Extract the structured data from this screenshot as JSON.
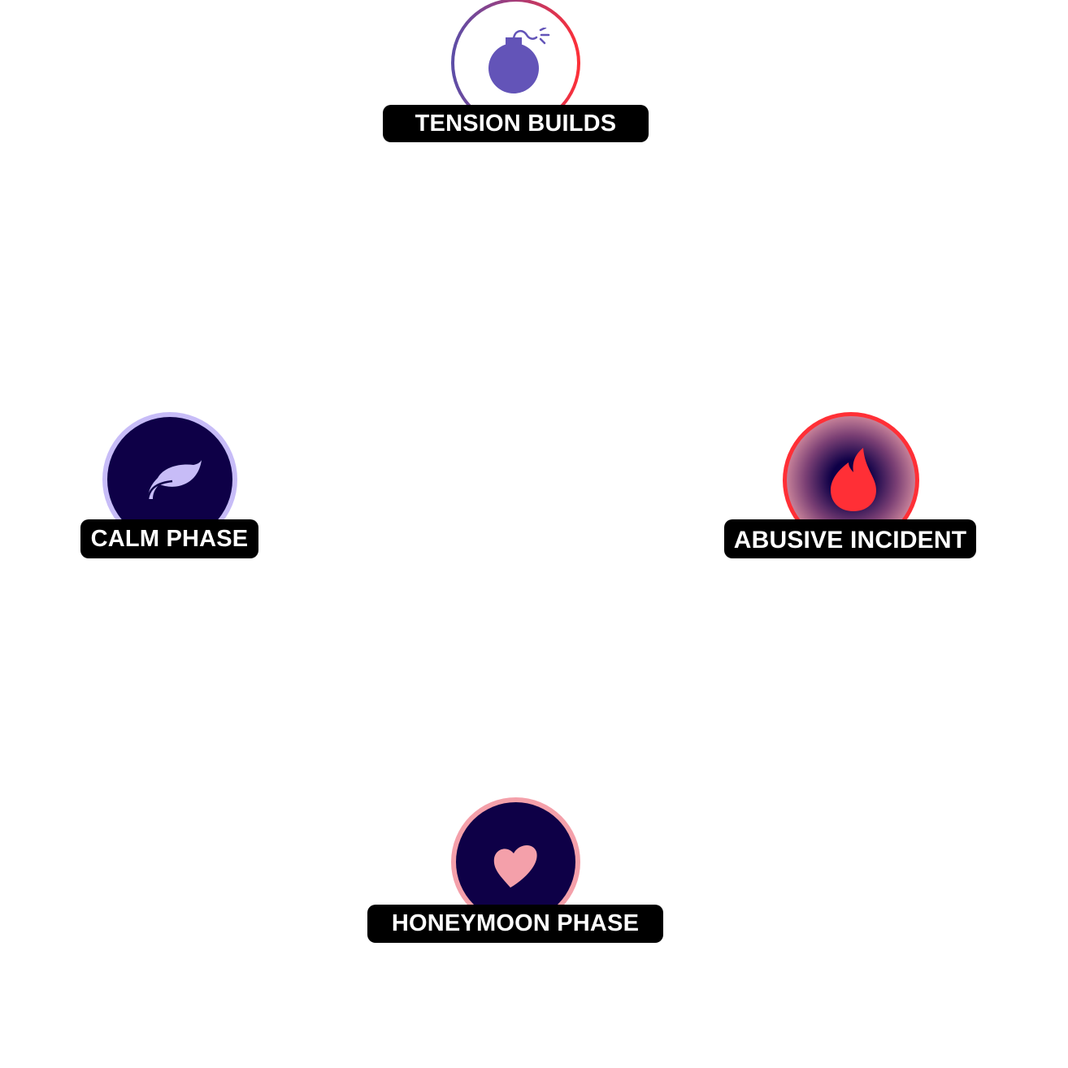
{
  "diagram": {
    "type": "cycle",
    "nodes": [
      {
        "id": "tension",
        "label": "TENSION BUILDS",
        "icon": "bomb-icon",
        "ring_color_start": "#5b4ea8",
        "ring_color_end": "#ff2f36",
        "icon_color": "#6354b8"
      },
      {
        "id": "abusive",
        "label": "ABUSIVE INCIDENT",
        "icon": "flame-icon",
        "ring_color": "#ff2f36",
        "icon_color": "#ff2f36"
      },
      {
        "id": "honeymoon",
        "label": "HONEYMOON PHASE",
        "icon": "heart-icon",
        "ring_color": "#f4a0aa",
        "icon_color": "#f4a0aa"
      },
      {
        "id": "calm",
        "label": "CALM PHASE",
        "icon": "leaf-icon",
        "ring_color": "#c7bcf7",
        "icon_color": "#c7bcf7"
      }
    ],
    "colors": {
      "navy": "#0e0047",
      "label_bg": "#000000",
      "label_text": "#ffffff",
      "background": "#ffffff"
    }
  }
}
